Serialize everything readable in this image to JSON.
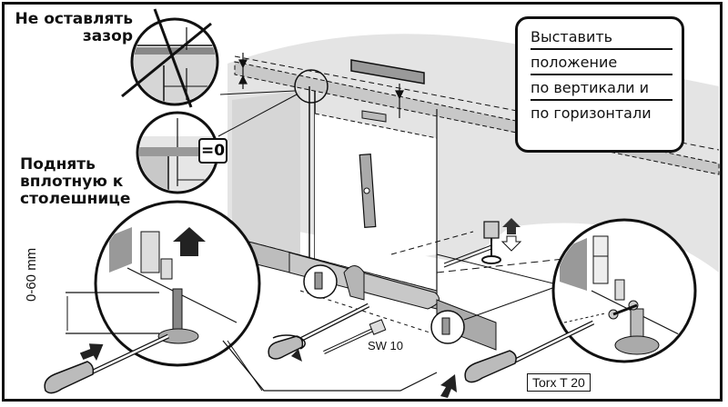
{
  "diagram": {
    "title": "Dishwasher installation: height adjustment",
    "labels": {
      "no_gap": "Не оставлять зазор",
      "raise_to_worktop": "Поднять вплотную к столешнице",
      "zero_gap": "=0",
      "height_range": "0-60 mm",
      "wrench_size": "SW 10",
      "screwdriver": "Torx T 20"
    },
    "callout": {
      "lines": [
        "Выставить",
        "положение",
        "по вертикали и",
        "по горизонтали"
      ]
    },
    "colors": {
      "ink": "#111111",
      "shade": "#d4d4d4",
      "dark_shade": "#8a8a8a",
      "paper": "#ffffff"
    },
    "icons": [
      "up-arrow-icon",
      "right-arrow-icon",
      "rotate-icon",
      "level-icon",
      "screwdriver-icon",
      "wrench-icon"
    ]
  }
}
